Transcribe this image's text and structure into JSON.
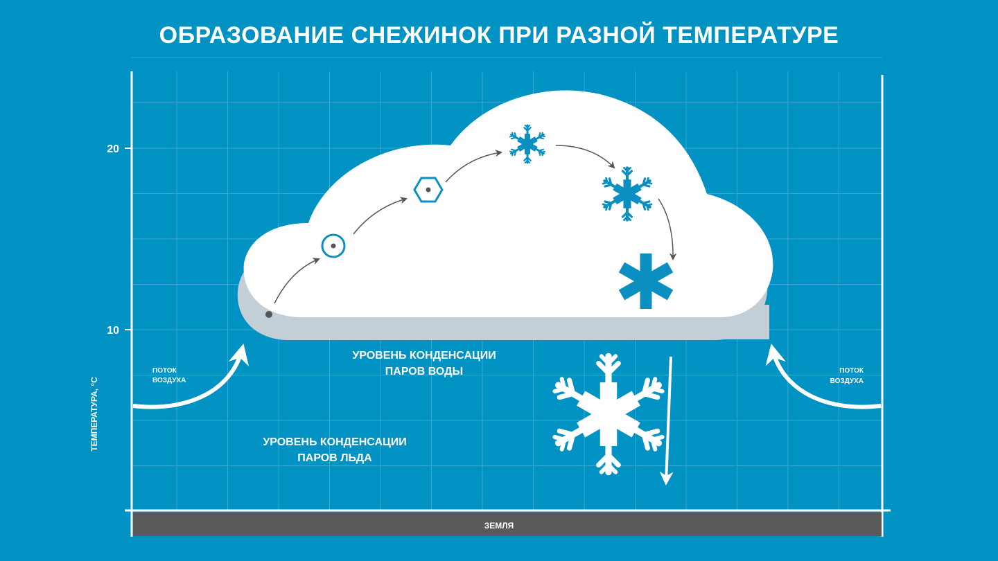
{
  "title": "ОБРАЗОВАНИЕ СНЕЖИНОК ПРИ РАЗНОЙ ТЕМПЕРАТУРЕ",
  "axis": {
    "label": "ТЕМПЕРАТУРА, °C",
    "ticks": [
      "20",
      "10"
    ]
  },
  "labels": {
    "air_flow_left": [
      "ПОТОК",
      "ВОЗДУХА"
    ],
    "air_flow_right": [
      "ПОТОК",
      "ВОЗДУХА"
    ],
    "water_vapor_level": [
      "УРОВЕНЬ КОНДЕНСАЦИИ",
      "ПАРОВ ВОДЫ"
    ],
    "ice_vapor_level": [
      "УРОВЕНЬ КОНДЕНСАЦИИ",
      "ПАРОВ ЛЬДА"
    ],
    "ground": "ЗЕМЛЯ"
  },
  "stages": [
    "droplet-icon",
    "circle-crystal-icon",
    "hexagon-crystal-icon",
    "small-snowflake-icon",
    "medium-snowflake-icon",
    "star-crystal-icon",
    "large-snowflake-icon"
  ],
  "colors": {
    "background": "#0092c2",
    "cloud": "#ffffff",
    "cloud_shadow": "#c3ced6",
    "crystal": "#0a8fc0",
    "arrow": "#555555",
    "ground": "#595959"
  }
}
